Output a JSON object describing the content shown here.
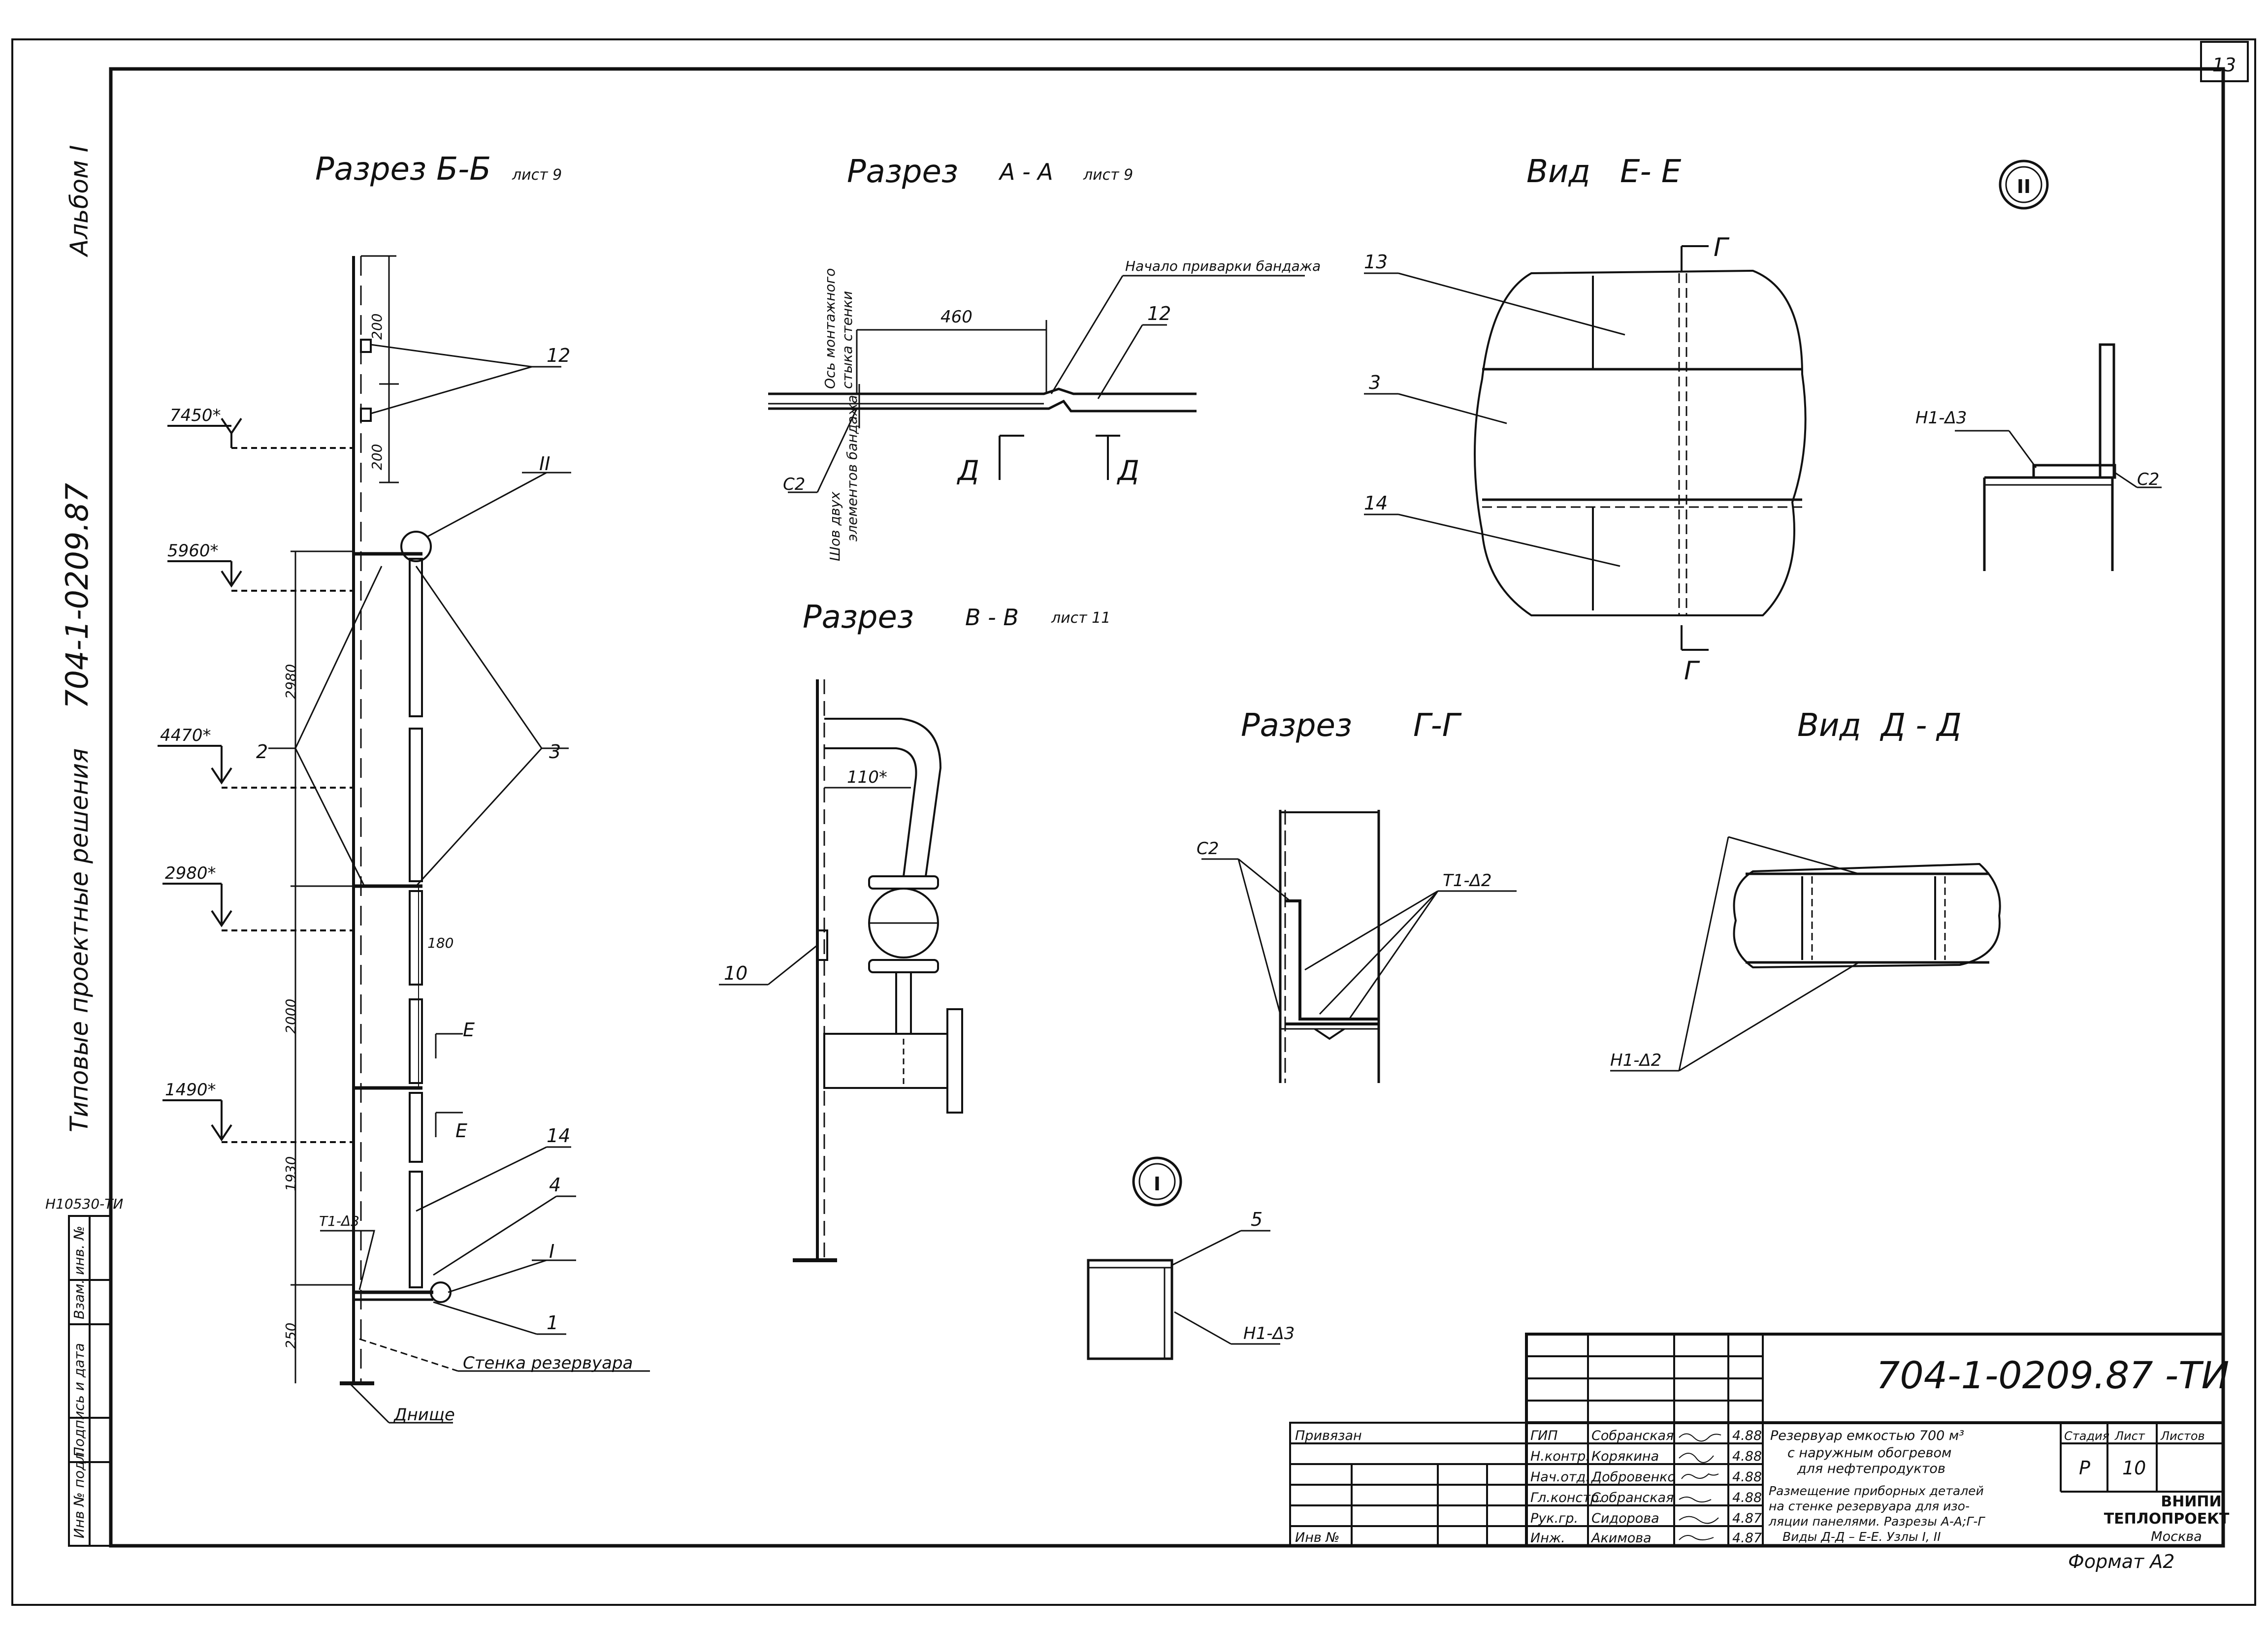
{
  "sheet_number": "13",
  "side_texts": {
    "album": "Альбом I",
    "project_code": "704-1-0209.87",
    "series": "Типовые проектные решения",
    "inventory": "Н10530-ТИ"
  },
  "side_stamp_columns": [
    "Инв № подл.",
    "Подпись и дата",
    "Взам. инв. №"
  ],
  "views": {
    "section_bb": {
      "title": "Разрез Б-Б",
      "sheet_ref": "лист 9",
      "levels": [
        "7450*",
        "5960*",
        "4470*",
        "2980*",
        "1490*"
      ],
      "dims": [
        "200",
        "200",
        "2980",
        "180",
        "2000",
        "1930",
        "250"
      ],
      "callouts": [
        "12",
        "II",
        "2",
        "3",
        "14",
        "4",
        "I",
        "1"
      ],
      "weld": "Т1-Δ3",
      "wall_label": "Стенка резервуара",
      "bottom_label": "Днище",
      "cut_mark": "Е"
    },
    "section_aa": {
      "title": "Разрез",
      "title_letters": "А - А",
      "sheet_ref": "лист 9",
      "axis_label_1": "Ось монтажного",
      "axis_label_2": "стыка стенки",
      "start_label": "Начало приварки бандажа",
      "dim": "460",
      "callout": "12",
      "weld": "С2",
      "seam_label_1": "Шов двух",
      "seam_label_2": "элементов бандажа",
      "cut_mark": "Д"
    },
    "section_vv": {
      "title": "Разрез",
      "title_letters": "В - В",
      "sheet_ref": "лист 11",
      "dim": "110*",
      "callout": "10"
    },
    "view_ee": {
      "title": "Вид",
      "title_letters": "Е- Е",
      "callouts": [
        "13",
        "3",
        "14"
      ],
      "cut_mark": "Г"
    },
    "node_ii": {
      "mark": "II",
      "weld_1": "Н1-Δ3",
      "weld_2": "С2"
    },
    "section_gg": {
      "title": "Разрез",
      "title_letters": "Г-Г",
      "weld_1": "С2",
      "weld_2": "Т1-Δ2"
    },
    "view_dd": {
      "title": "Вид",
      "title_letters": "Д - Д",
      "weld": "Н1-Δ2"
    },
    "node_i": {
      "mark": "I",
      "callout": "5",
      "weld": "Н1-Δ3"
    }
  },
  "title_block": {
    "document_code": "704-1-0209.87 -ТИ",
    "privyazan": "Привязан",
    "inv_no": "Инв №",
    "roles": [
      "ГИП",
      "Н.контр.",
      "Нач.отд.",
      "Гл.констр.",
      "Рук.гр.",
      "Инж."
    ],
    "names": [
      "Собранская",
      "Корякина",
      "Добровенко",
      "Собранская",
      "Сидорова",
      "Акимова"
    ],
    "dates": [
      "4.88",
      "4.88",
      "4.88",
      "4.88",
      "4.87",
      "4.87"
    ],
    "title_text": [
      "Резервуар емкостью 700 м³",
      "с наружным обогревом",
      "для нефтепродуктов"
    ],
    "sheet_text": [
      "Размещение приборных деталей",
      "на стенке резервуара для изо-",
      "ляции панелями. Разрезы А-А;Г-Г",
      "Виды Д-Д – Е-Е. Узлы I, II"
    ],
    "stage_header": "Стадия",
    "sheet_header": "Лист",
    "sheets_header": "Листов",
    "stage": "Р",
    "sheet": "10",
    "org_1": "ВНИПИ",
    "org_2": "ТЕПЛОПРОЕКТ",
    "city": "Москва",
    "format": "Формат А2"
  }
}
